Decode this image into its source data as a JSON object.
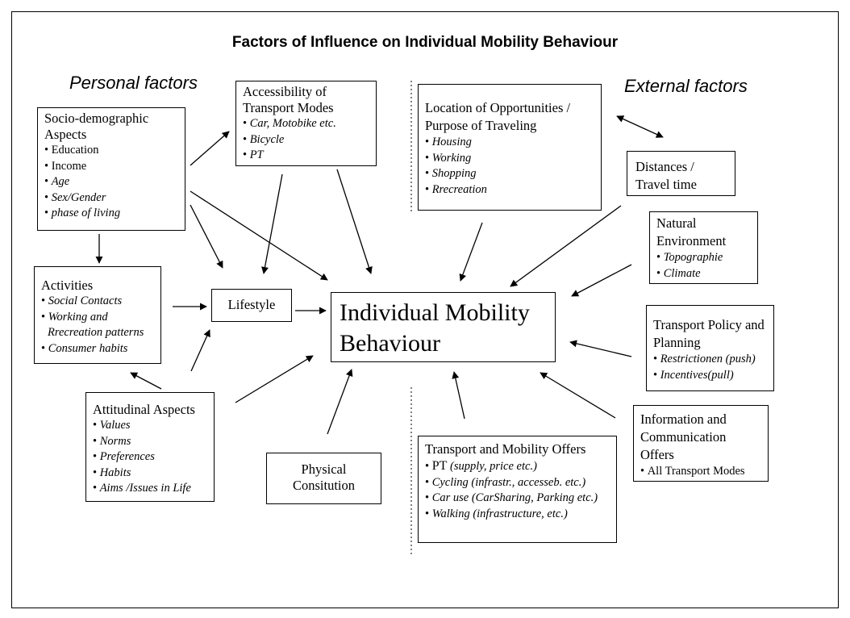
{
  "title": "Factors of Influence on Individual Mobility Behaviour",
  "section_personal": "Personal factors",
  "section_external": "External factors",
  "boxes": {
    "socio": {
      "title": "Socio-demographic Aspects",
      "items": [
        "Education",
        "Income",
        "Age",
        "Sex/Gender",
        "phase of living"
      ]
    },
    "access": {
      "title": "Accessibility of Transport Modes",
      "items": [
        "Car, Motobike etc.",
        "Bicycle",
        "PT"
      ]
    },
    "activities": {
      "title": "Activities",
      "items": [
        "Social Contacts",
        "Working and Rrecreation patterns",
        "Consumer habits"
      ]
    },
    "lifestyle": {
      "title": "Lifestyle"
    },
    "attitudinal": {
      "title": "Attitudinal Aspects",
      "items": [
        "Values",
        "Norms",
        "Preferences",
        "Habits",
        "Aims /Issues in Life"
      ]
    },
    "physical": {
      "title": "Physical Consitution"
    },
    "center": {
      "title": "Individual Mobility Behaviour"
    },
    "location": {
      "title": "Location of Opportunities / Purpose of Traveling",
      "items": [
        "Housing",
        "Working",
        "Shopping",
        "Rrecreation"
      ]
    },
    "distances": {
      "title": "Distances / Travel time"
    },
    "natural": {
      "title": "Natural Environment",
      "items": [
        "Topographie",
        "Climate"
      ]
    },
    "policy": {
      "title": "Transport Policy and Planning",
      "items": [
        "Restrictionen (push)",
        "Incentives(pull)"
      ]
    },
    "info": {
      "title": "Information and Communication Offers",
      "items": [
        "All Transport Modes"
      ]
    },
    "offers": {
      "title": "Transport and Mobility Offers",
      "items": [
        {
          "lead": "PT",
          "rest": "(supply, price etc.)"
        },
        {
          "lead": "",
          "rest": "Cycling (infrastr., accesseb. etc.)"
        },
        {
          "lead": "",
          "rest": "Car use (CarSharing, Parking etc.)"
        },
        {
          "lead": "",
          "rest": "Walking (infrastructure,  etc.)"
        }
      ]
    }
  }
}
